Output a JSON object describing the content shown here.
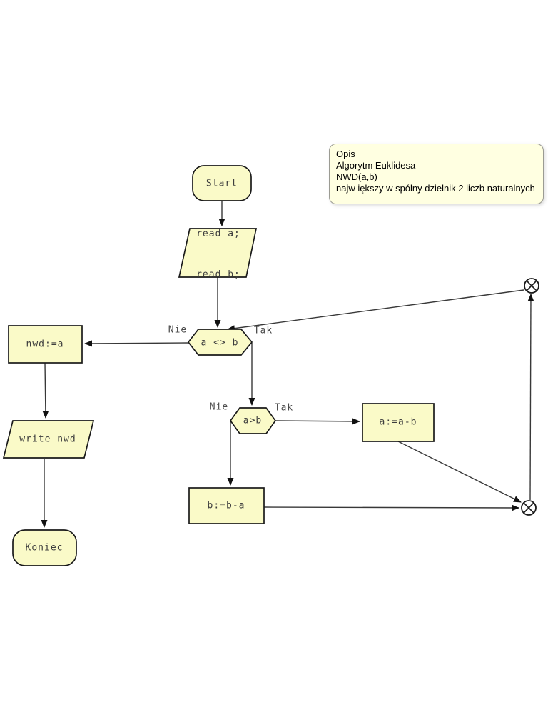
{
  "note": {
    "lines": [
      "Opis",
      "Algorytm Euklidesa",
      "NWD(a,b)",
      "najw iększy w spólny dzielnik 2 liczb naturalnych"
    ]
  },
  "nodes": {
    "start": {
      "label": "Start"
    },
    "read": {
      "line1": "read a;",
      "line2": "read b;"
    },
    "decision_a_neq_b": {
      "label": "a <> b"
    },
    "assign_nwd": {
      "label": "nwd:=a"
    },
    "write_nwd": {
      "label": "write nwd"
    },
    "end": {
      "label": "Koniec"
    },
    "decision_a_gt_b": {
      "label": "a>b"
    },
    "assign_a": {
      "label": "a:=a-b"
    },
    "assign_b": {
      "label": "b:=b-a"
    }
  },
  "edge_labels": {
    "neq_no": "Nie",
    "neq_yes": "Tak",
    "gt_no": "Nie",
    "gt_yes": "Tak"
  },
  "colors": {
    "shape_fill": "#FAFAC8",
    "shape_border": "#1A1A1A",
    "note_fill": "#FFFFE1",
    "note_border": "#9B9B93",
    "line_color": "#383838",
    "text_color": "#3D3D3D"
  }
}
